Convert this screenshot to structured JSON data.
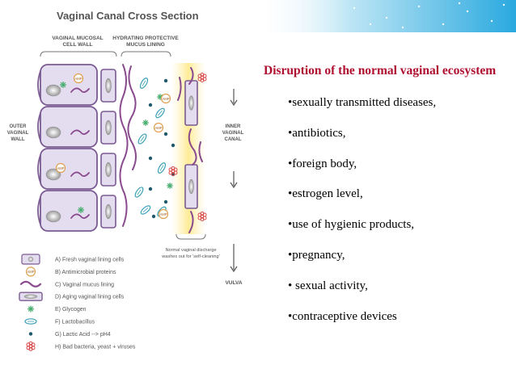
{
  "diagram": {
    "title": "Vaginal Canal Cross Section",
    "top_labels": {
      "mucosal": [
        "VAGINAL MUCOSAL",
        "CELL WALL"
      ],
      "mucus": [
        "HYDRATING PROTECTIVE",
        "MUCUS LINING"
      ]
    },
    "outer_wall": [
      "OUTER",
      "VAGINAL",
      "WALL"
    ],
    "inner_canal": [
      "INNER",
      "VAGINAL",
      "CANAL"
    ],
    "discharge_note": [
      "Normal vaginal discharge",
      "washes out for 'self-cleaning'"
    ],
    "vulva": "VULVA",
    "amp_label": "AMP",
    "legend": [
      {
        "letter": "A)",
        "text": "Fresh vaginal lining cells"
      },
      {
        "letter": "B)",
        "text": "Antimicrobial proteins"
      },
      {
        "letter": "C)",
        "text": "Vaginal mucus lining"
      },
      {
        "letter": "D)",
        "text": "Aging vaginal lining cells"
      },
      {
        "letter": "E)",
        "text": "Glycogen"
      },
      {
        "letter": "F)",
        "text": "Lactobacillus"
      },
      {
        "letter": "G)",
        "text": "Lactic Acid --> pH4"
      },
      {
        "letter": "H)",
        "text": "Bad bacteria, yeast + viruses"
      }
    ],
    "colors": {
      "cell_fill": "#e4dcef",
      "cell_stroke": "#7a5a92",
      "mucus": "#8a4a8e",
      "glycogen": "#4caf72",
      "lactobacillus": "#3aa0b4",
      "lactic_acid": "#1f5a6a",
      "bad": "#d84a4a",
      "glow": "#fff1b0"
    }
  },
  "slide": {
    "heading": "Disruption of the normal vaginal ecosystem",
    "bullets": [
      "•sexually transmitted diseases,",
      "•antibiotics,",
      "•foreign body,",
      "•estrogen level,",
      "•use of hygienic products,",
      "•pregnancy,",
      "• sexual activity,",
      "•contraceptive devices"
    ]
  }
}
